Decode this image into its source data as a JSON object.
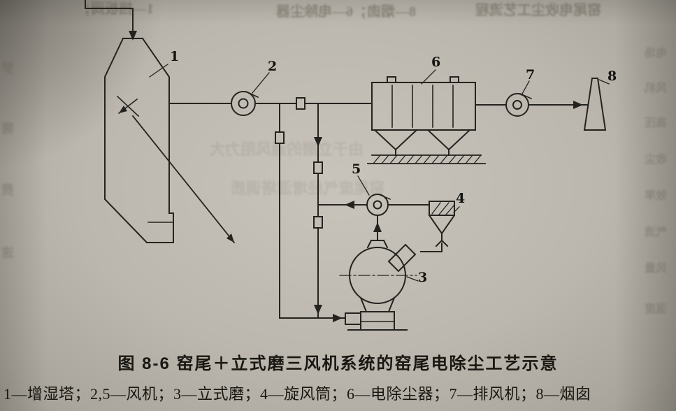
{
  "figure": {
    "caption": "图 8-6  窑尾＋立式磨三风机系统的窑尾电除尘工艺示意",
    "legend": "1—增湿塔；2,5—风机；3—立式磨；4—旋风筒；6—电除尘器；7—排风机；8—烟囱",
    "legend_items": [
      {
        "num": "1",
        "name": "增湿塔"
      },
      {
        "num": "2,5",
        "name": "风机"
      },
      {
        "num": "3",
        "name": "立式磨"
      },
      {
        "num": "4",
        "name": "旋风筒"
      },
      {
        "num": "6",
        "name": "电除尘器"
      },
      {
        "num": "7",
        "name": "排风机"
      },
      {
        "num": "8",
        "name": "烟囱"
      }
    ],
    "labels": [
      {
        "text": "1",
        "component": "增湿塔"
      },
      {
        "text": "2",
        "component": "风机"
      },
      {
        "text": "3",
        "component": "立式磨"
      },
      {
        "text": "4",
        "component": "旋风筒"
      },
      {
        "text": "5",
        "component": "风机"
      },
      {
        "text": "6",
        "component": "电除尘器"
      },
      {
        "text": "7",
        "component": "排风机"
      },
      {
        "text": "8",
        "component": "烟囱"
      }
    ]
  },
  "colors": {
    "paper": "#beb9b0",
    "ink": "#24231f",
    "faint_text": "#5f594d"
  },
  "bleedthrough": {
    "top": [
      "1—挡板阀；",
      "8—烟囱；6—电除尘器",
      "窑尾电收尘工艺流程"
    ],
    "right": [
      "电场",
      "风机",
      "高压",
      "收尘",
      "效率",
      "气流",
      "风量",
      "温度"
    ],
    "left": [
      "梦",
      "需",
      "费",
      "速"
    ],
    "middle": [
      "由于立磨的通风阻力大",
      "窑尾废气经增湿塔调质"
    ]
  }
}
